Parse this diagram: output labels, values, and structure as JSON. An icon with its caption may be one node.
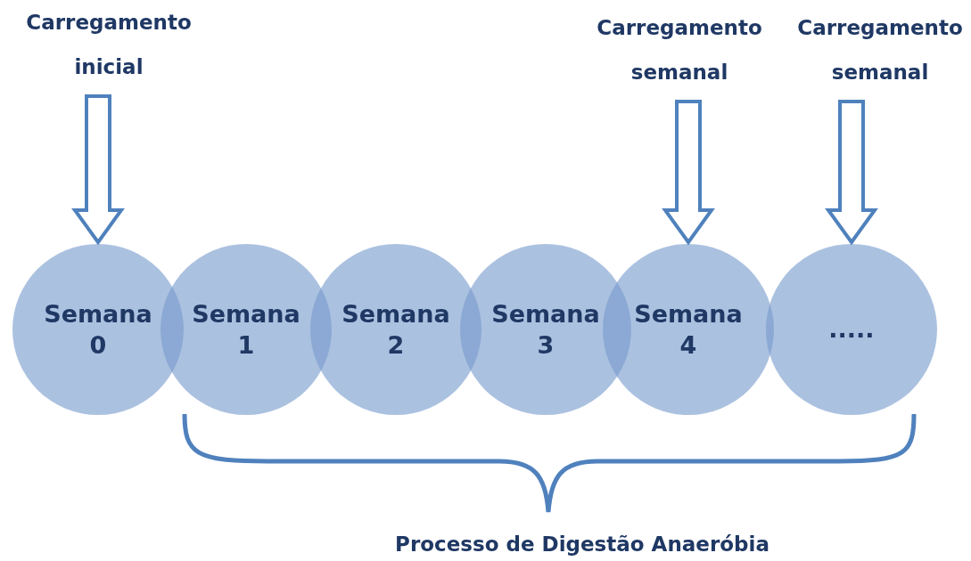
{
  "diagram": {
    "nodes": [
      {
        "text": [
          "Carregamento inicial"
        ]
      },
      {
        "text": [
          "Carregamento semanal"
        ]
      },
      {
        "text": [
          "Carregamento semanal"
        ]
      },
      {
        "text": [
          "Semana 0"
        ]
      },
      {
        "text": [
          "Semana 1"
        ]
      },
      {
        "text": [
          "Semana 2"
        ]
      },
      {
        "text": [
          "Semana 3"
        ]
      },
      {
        "text": [
          "Semana 4"
        ]
      },
      {
        "text": [
          "....."
        ]
      }
    ],
    "edges": [
      {
        "from": 0,
        "to": 3,
        "arrow": "to"
      },
      {
        "from": 1,
        "to": 7,
        "arrow": "to"
      },
      {
        "from": 2,
        "to": 8,
        "arrow": "to"
      }
    ],
    "labels": [
      "Processo de Digestão Anaeróbia"
    ]
  }
}
